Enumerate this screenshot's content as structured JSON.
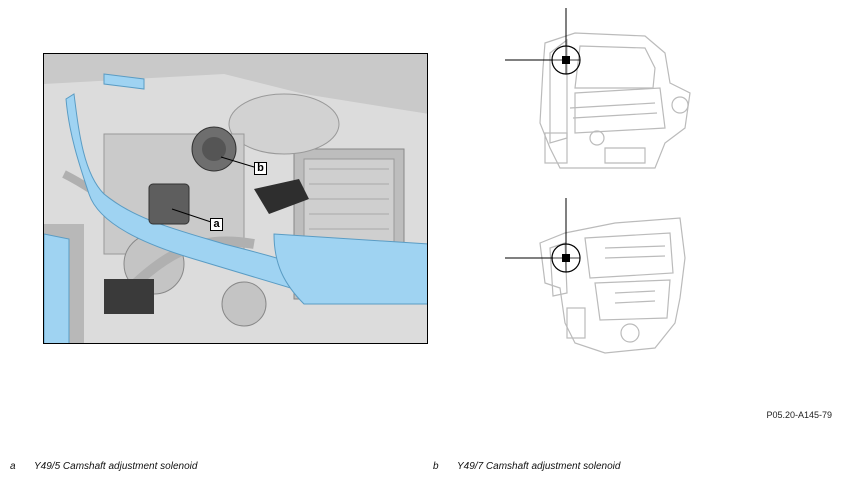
{
  "figure": {
    "reference": "P05.20-A145-79",
    "callouts": {
      "a": "a",
      "b": "b"
    }
  },
  "legend": [
    {
      "letter": "a",
      "text": "Y49/5 Camshaft adjustment solenoid"
    },
    {
      "letter": "b",
      "text": "Y49/7 Camshaft adjustment solenoid"
    }
  ],
  "colors": {
    "highlight": "#9fd3f2",
    "component": "#6e6e6e"
  }
}
